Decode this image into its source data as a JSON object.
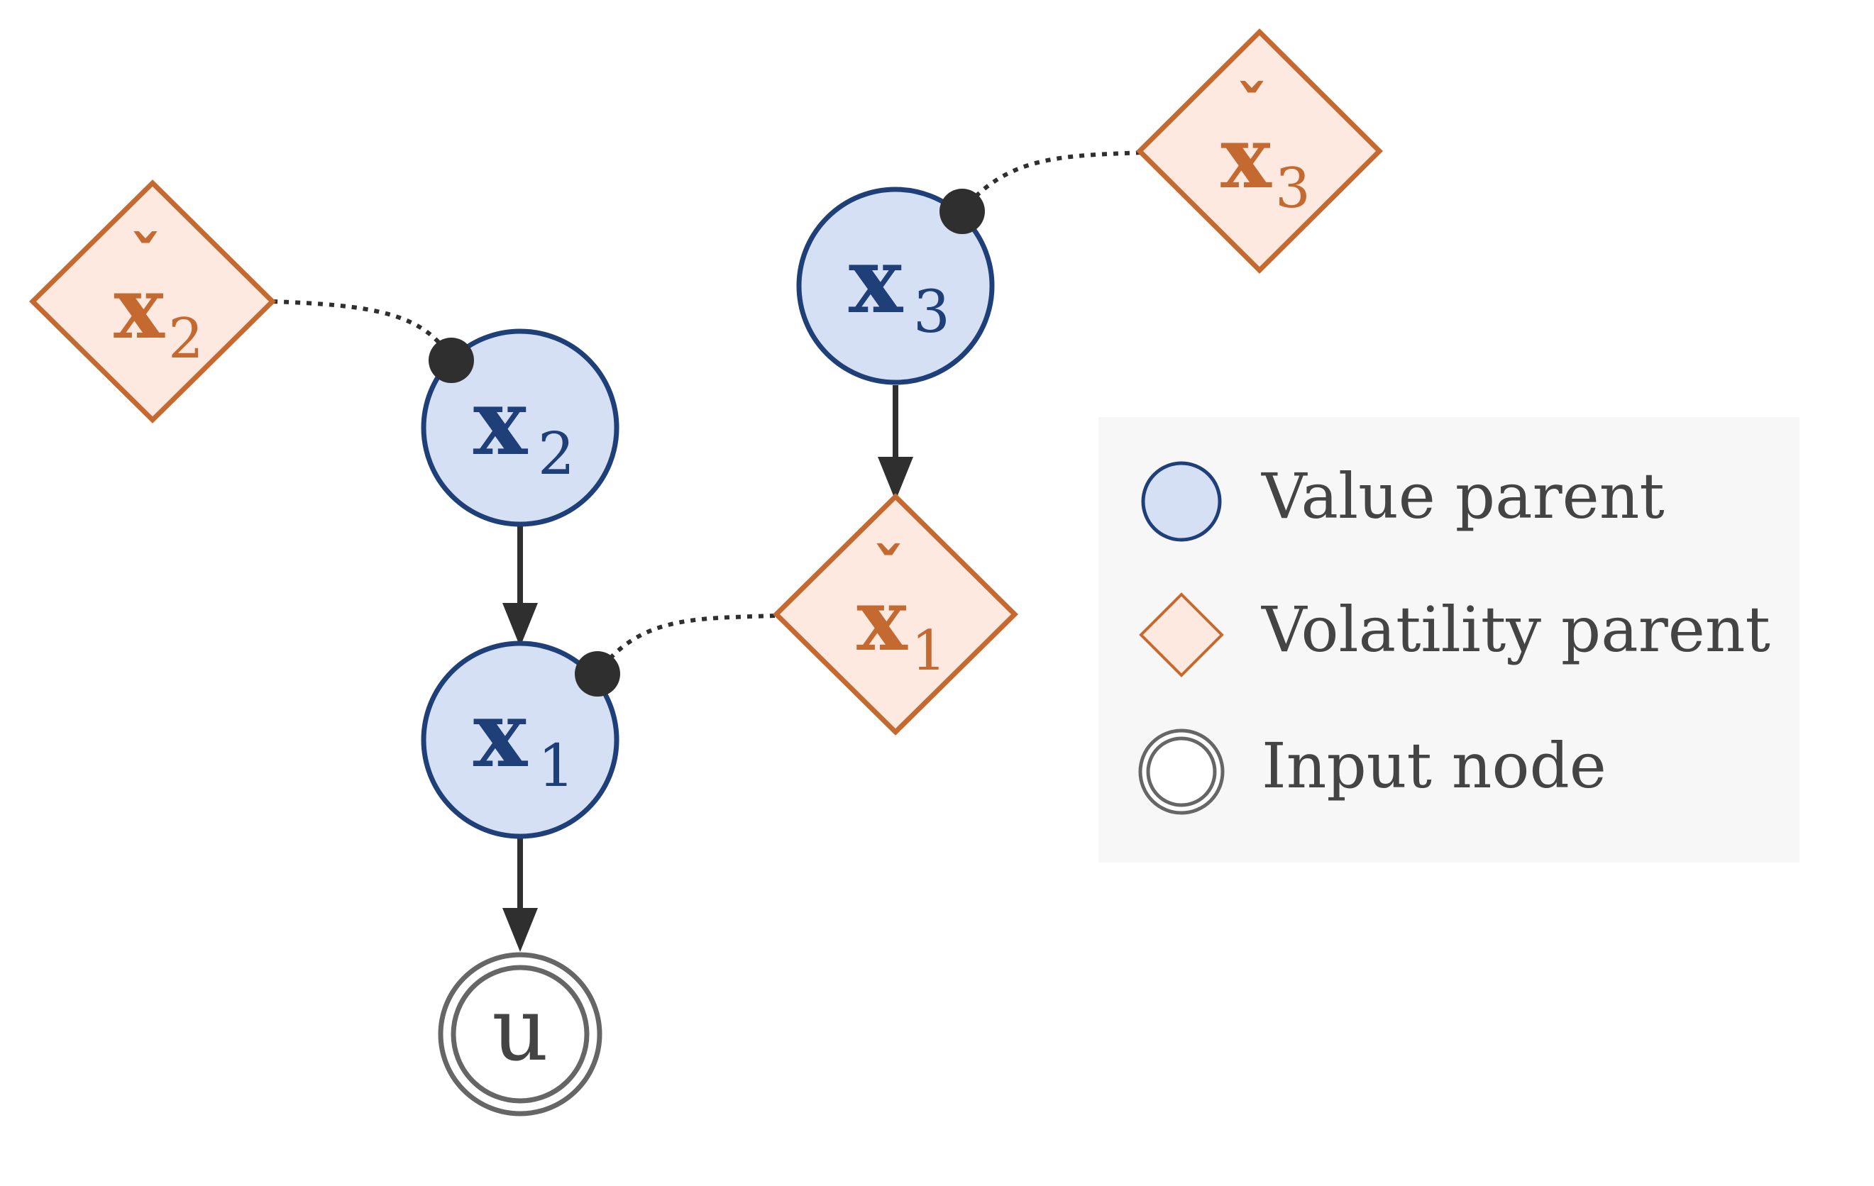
{
  "colors": {
    "value_fill": "#d6e0f4",
    "value_stroke": "#1e3f78",
    "volatility_fill": "#fde9df",
    "volatility_stroke": "#c46a30",
    "input_stroke": "#666666",
    "edge": "#2f2f2f",
    "legend_bg": "#f7f7f7",
    "legend_text": "#444444"
  },
  "nodes": {
    "x1": {
      "letter": "x",
      "sub": "1"
    },
    "x2": {
      "letter": "x",
      "sub": "2"
    },
    "x3": {
      "letter": "x",
      "sub": "3"
    },
    "vx1": {
      "letter": "x",
      "accent": "ˇ",
      "sub": "1"
    },
    "vx2": {
      "letter": "x",
      "accent": "ˇ",
      "sub": "2"
    },
    "vx3": {
      "letter": "x",
      "accent": "ˇ",
      "sub": "3"
    },
    "u": {
      "letter": "u"
    }
  },
  "edges": [
    {
      "from": "x2",
      "to": "x1",
      "kind": "value-coupling"
    },
    {
      "from": "x1",
      "to": "u",
      "kind": "value-coupling"
    },
    {
      "from": "x3",
      "to": "vx1",
      "kind": "value-coupling"
    },
    {
      "from": "vx2",
      "to": "x2",
      "kind": "volatility-coupling"
    },
    {
      "from": "vx3",
      "to": "x3",
      "kind": "volatility-coupling"
    },
    {
      "from": "vx1",
      "to": "x1",
      "kind": "volatility-coupling"
    }
  ],
  "legend": {
    "value_parent": "Value parent",
    "volatility_parent": "Volatility parent",
    "input_node": "Input node"
  }
}
